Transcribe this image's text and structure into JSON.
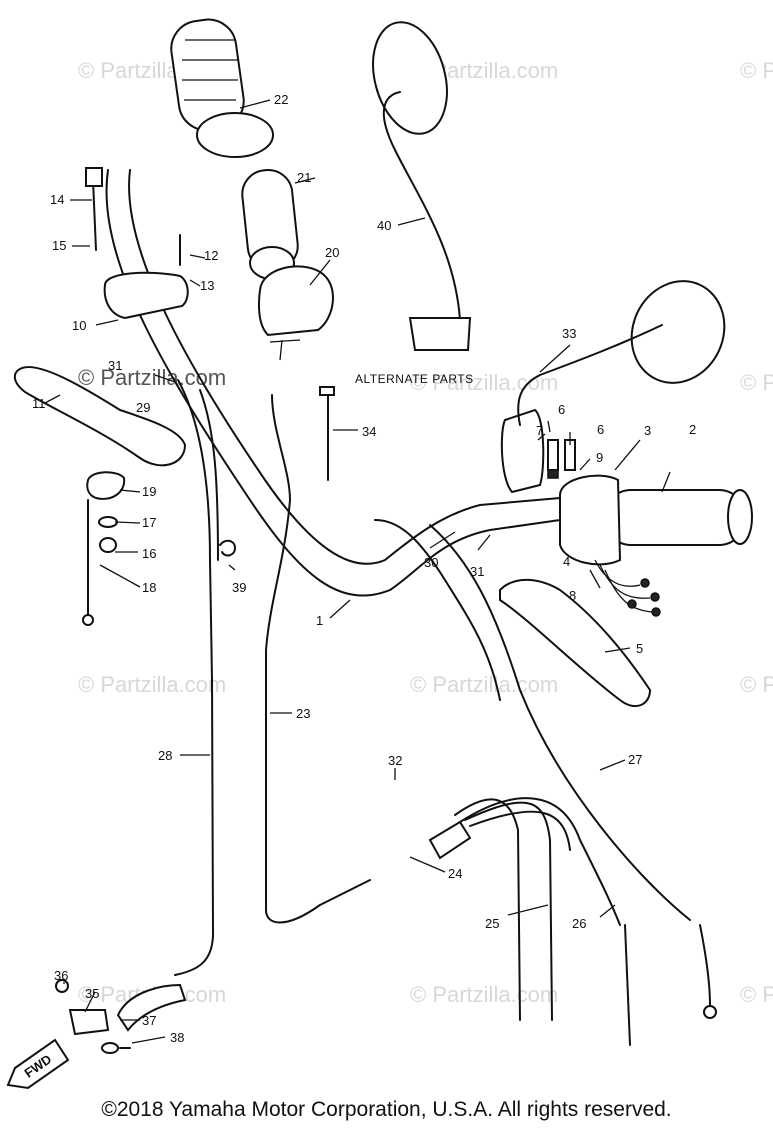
{
  "watermarks": [
    "© Partzilla.com",
    "© Partzilla.com"
  ],
  "alternate_parts_label": "ALTERNATE PARTS",
  "fwd_label": "FWD",
  "callouts": [
    "1",
    "2",
    "3",
    "4",
    "5",
    "6",
    "6",
    "7",
    "8",
    "9",
    "10",
    "11",
    "12",
    "13",
    "14",
    "15",
    "16",
    "17",
    "18",
    "19",
    "20",
    "21",
    "22",
    "23",
    "24",
    "25",
    "26",
    "27",
    "28",
    "29",
    "30",
    "31",
    "31",
    "32",
    "33",
    "34",
    "35",
    "36",
    "37",
    "38",
    "39",
    "40"
  ],
  "copyright": "©2018  Yamaha Motor Corporation, U.S.A. All rights reserved."
}
